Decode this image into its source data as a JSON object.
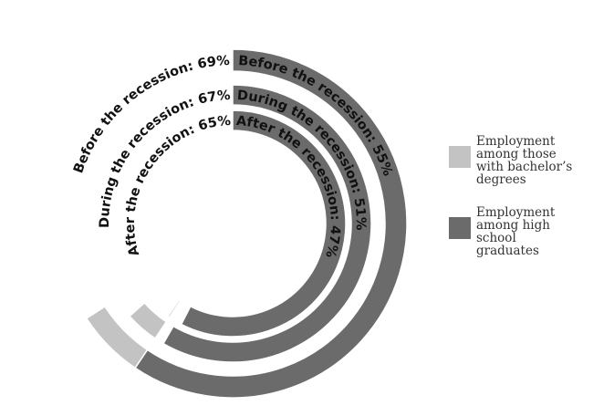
{
  "chart_data": {
    "type": "radial-bar",
    "series": [
      {
        "name": "Employment among those with bachelor's degrees",
        "color": "#c3c3c3",
        "points": [
          {
            "label": "Before the recession: 69%",
            "value": 69
          },
          {
            "label": "During the recession: 67%",
            "value": 67
          },
          {
            "label": "After the recession: 65%",
            "value": 65
          }
        ]
      },
      {
        "name": "Employment among high school graduates",
        "color": "#6b6b6b",
        "points": [
          {
            "label": "Before the recession: 55%",
            "value": 55
          },
          {
            "label": "During the recession: 51%",
            "value": 51
          },
          {
            "label": "After the recession: 47%",
            "value": 47
          }
        ]
      }
    ],
    "legend": [
      {
        "text": "Employment among those with bachelor’s degrees",
        "color": "#c3c3c3"
      },
      {
        "text": "Employment among high school graduates",
        "color": "#6b6b6b"
      }
    ],
    "legend_position": "right"
  }
}
